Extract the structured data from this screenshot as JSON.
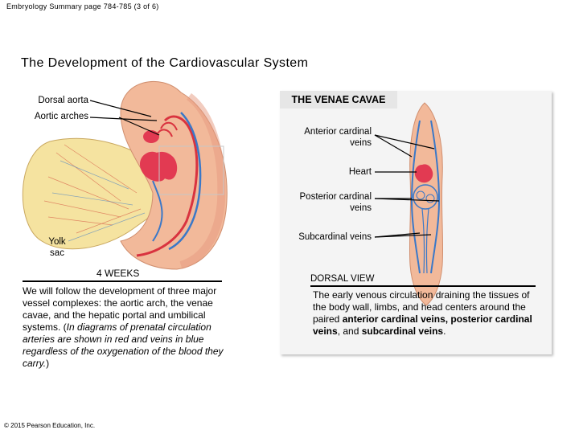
{
  "header": {
    "text": "Embryology Summary page 784-785 (3 of 6)"
  },
  "title": "The Development of the Cardiovascular System",
  "left_diagram": {
    "labels": {
      "dorsal_aorta": "Dorsal aorta",
      "aortic_arches": "Aortic arches",
      "yolk_sac": "Yolk sac",
      "weeks": "4 WEEKS"
    },
    "paragraph": {
      "p1": "We will follow the development of three major vessel complexes: the aortic arch, the venae cavae, and the hepatic portal and umbilical systems. (",
      "p2": "In diagrams of prenatal circulation arteries are shown in red and veins in blue regardless of",
      "p3": " the oxygenation of the blood they carry.",
      "p4": ")"
    }
  },
  "right_panel": {
    "title": "THE VENAE CAVAE",
    "labels": {
      "anterior_cardinal": "Anterior cardinal veins",
      "heart": "Heart",
      "posterior_cardinal": "Posterior cardinal veins",
      "subcardinal": "Subcardinal veins",
      "view": "DORSAL VIEW"
    },
    "paragraph": {
      "p1": "The early venous circulation draining the tissues of the body wall, limbs, and head centers around the paired ",
      "b1": "anterior cardinal veins, posterior cardinal veins",
      "p2": ", and ",
      "b2": "subcardinal veins",
      "p3": "."
    }
  },
  "footer": "© 2015 Pearson Education, Inc.",
  "colors": {
    "artery": "#d9333f",
    "vein": "#3a78c8",
    "embryo": "#f2b99a",
    "yolk": "#f5e3a0"
  }
}
